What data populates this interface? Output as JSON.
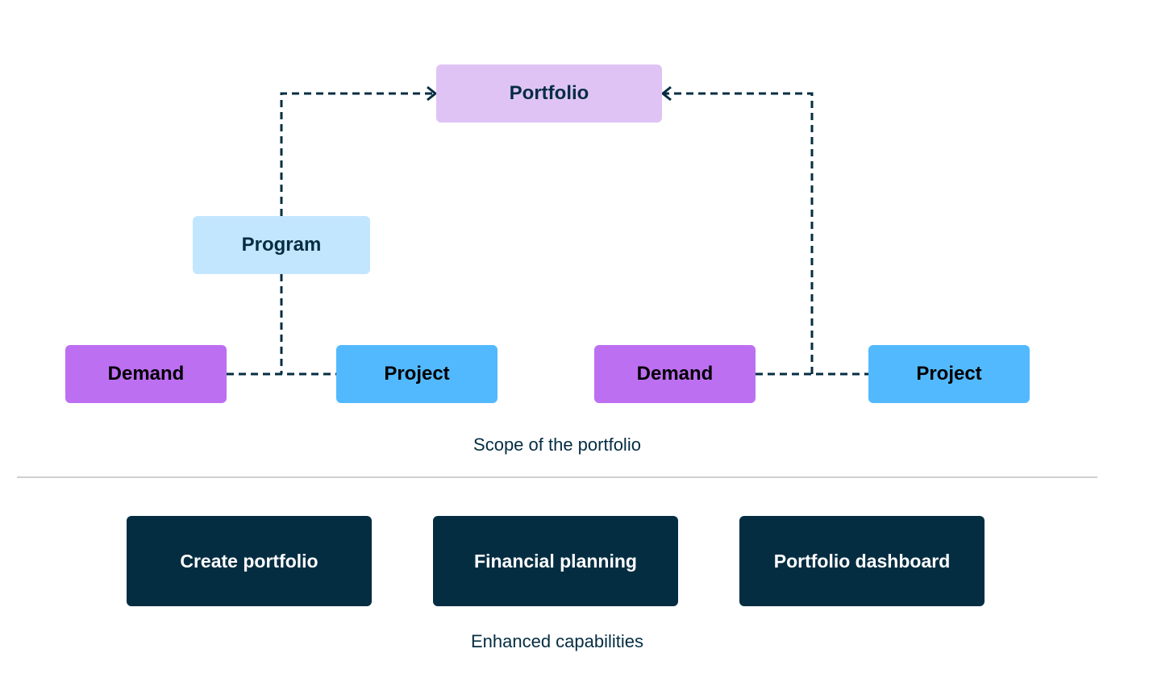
{
  "colors": {
    "portfolio": "#dfc3f5",
    "program": "#c2e6fd",
    "demand": "#bd6ff1",
    "project": "#53b9fe",
    "capability": "#052d42",
    "connector": "#052d42"
  },
  "scope": {
    "portfolio": "Portfolio",
    "program": "Program",
    "demand_left": "Demand",
    "project_left": "Project",
    "demand_right": "Demand",
    "project_right": "Project",
    "caption": "Scope of the portfolio"
  },
  "capabilities": {
    "items": [
      {
        "label": "Create portfolio"
      },
      {
        "label": "Financial planning"
      },
      {
        "label": "Portfolio dashboard"
      }
    ],
    "caption": "Enhanced capabilities"
  }
}
